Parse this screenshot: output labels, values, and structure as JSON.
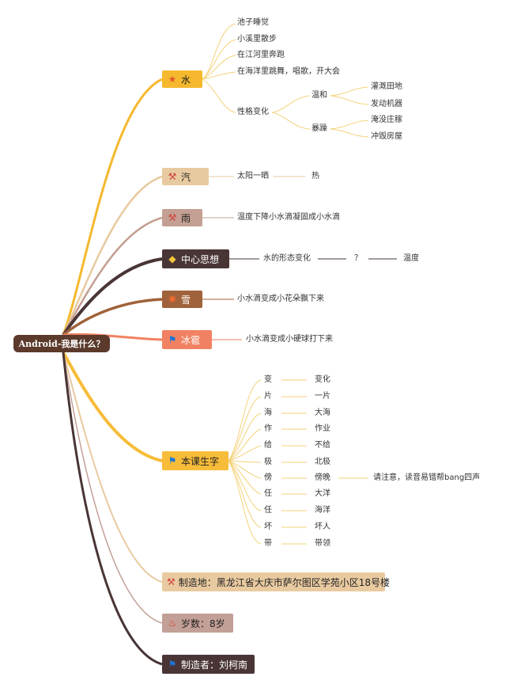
{
  "root": "Android-我是什么？",
  "colors": {
    "water": "#f5b82e",
    "vapor": "#e8caa0",
    "rain": "#c49f93",
    "center": "#4a3536",
    "snow": "#a0623a",
    "hail": "#f08263",
    "vocab": "#f7bc39",
    "place": "#e9caa0",
    "age": "#c3a097",
    "maker": "#4a3536"
  },
  "branches": {
    "water": {
      "label": "水",
      "icon": "star-icon",
      "items": [
        "池子睡觉",
        "小溪里散步",
        "在江河里奔跑",
        "在海洋里跳舞，唱歌，开大会"
      ],
      "personality": {
        "label": "性格变化",
        "mild": {
          "label": "温和",
          "items": [
            "灌溉田地",
            "发动机器"
          ]
        },
        "fierce": {
          "label": "暴躁",
          "items": [
            "淹没庄稼",
            "冲毁房屋"
          ]
        }
      }
    },
    "vapor": {
      "label": "汽",
      "icon": "tools-icon",
      "detail": "太阳一晒",
      "result": "热"
    },
    "rain": {
      "label": "雨",
      "icon": "tools-icon",
      "detail": "温度下降小水滴凝固成小水滴"
    },
    "center": {
      "label": "中心思想",
      "icon": "gem-icon",
      "steps": [
        "水的形态变化",
        "？",
        "温度"
      ]
    },
    "snow": {
      "label": "雪",
      "icon": "snowflake-icon",
      "detail": "小水滴变成小花朵飘下来"
    },
    "hail": {
      "label": "冰雹",
      "icon": "flag-icon",
      "detail": "小水滴变成小硬球打下来"
    },
    "vocab": {
      "label": "本课生字",
      "icon": "flag-icon",
      "words": [
        {
          "char": "变",
          "word": "变化"
        },
        {
          "char": "片",
          "word": "一片"
        },
        {
          "char": "海",
          "word": "大海"
        },
        {
          "char": "作",
          "word": "作业"
        },
        {
          "char": "给",
          "word": "不给"
        },
        {
          "char": "极",
          "word": "北极"
        },
        {
          "char": "傍",
          "word": "傍晚"
        },
        {
          "char": "任",
          "word": "大洋"
        },
        {
          "char": "任",
          "word": "海洋"
        },
        {
          "char": "坏",
          "word": "坏人"
        },
        {
          "char": "带",
          "word": "带领"
        }
      ],
      "note": "请注意，读音易错帮bang四声"
    },
    "place": {
      "label": "制造地：黑龙江省大庆市萨尔图区学苑小区18号楼",
      "icon": "tools-icon"
    },
    "age": {
      "label": "岁数：8岁",
      "icon": "fire-icon"
    },
    "maker": {
      "label": "制造者：刘柯南",
      "icon": "flag-icon"
    }
  }
}
